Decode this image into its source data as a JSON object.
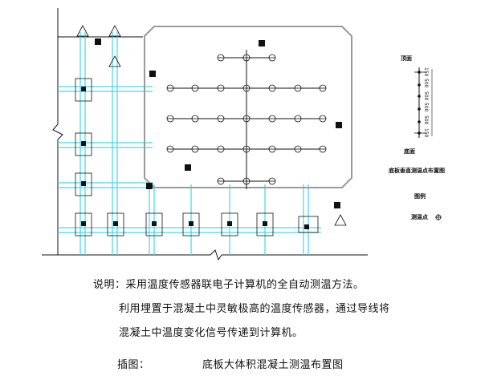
{
  "notes": {
    "line1": "说明：采用温度传感器联电子计算机的全自动测温方法。",
    "line2": "利用埋置于混凝土中灵敏极高的温度传感器，通过导线将",
    "line3": "混凝土中温度变化信号传递到计算机。",
    "figure_label": "插图：",
    "figure_title": "底板大体积混凝土测温布置图"
  },
  "vertical_detail": {
    "top_label": "顶面",
    "bottom_label": "底面",
    "title": "底板垂直测温点布置图",
    "dims": [
      "150",
      "500",
      "500",
      "500",
      "500",
      "150"
    ]
  },
  "legend": {
    "title": "图例",
    "item_label": "测温点"
  },
  "colors": {
    "line": "#111111",
    "pipe": "#46d6e6",
    "outline": "#9a9a9a"
  }
}
